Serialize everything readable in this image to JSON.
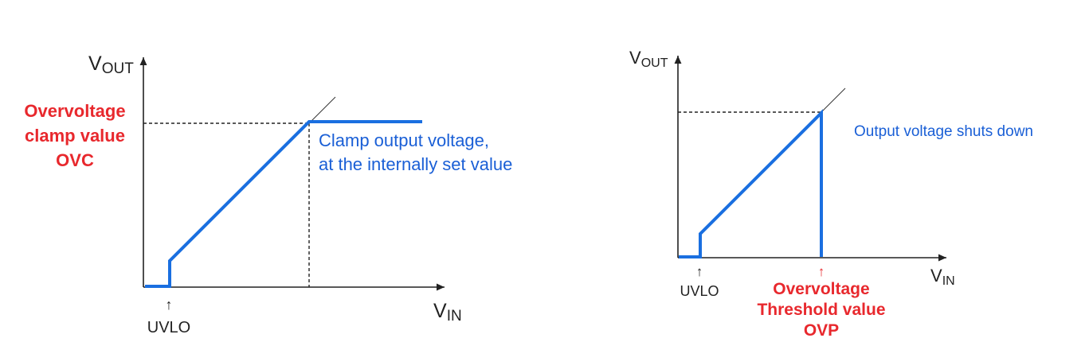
{
  "left_diagram": {
    "y_axis_label": {
      "main": "V",
      "sub": "OUT"
    },
    "x_axis_label": {
      "main": "V",
      "sub": "IN"
    },
    "uvlo_arrow": "↑",
    "uvlo_label": "UVLO",
    "clamp_label_lines": [
      "Overvoltage",
      "clamp value",
      "OVC"
    ],
    "annotation_lines": [
      "Clamp output voltage,",
      "at the internally set value"
    ]
  },
  "right_diagram": {
    "y_axis_label": {
      "main": "V",
      "sub": "OUT"
    },
    "x_axis_label": {
      "main": "V",
      "sub": "IN"
    },
    "uvlo_arrow": "↑",
    "uvlo_label": "UVLO",
    "ovp_arrow": "↑",
    "threshold_label_lines": [
      "Overvoltage",
      "Threshold value",
      "OVP"
    ],
    "annotation": "Output voltage shuts down"
  },
  "colors": {
    "curve": "#1a6fe0",
    "highlight_text": "#e8282d",
    "annotation_text": "#1a5fd6",
    "axis": "#222222"
  }
}
